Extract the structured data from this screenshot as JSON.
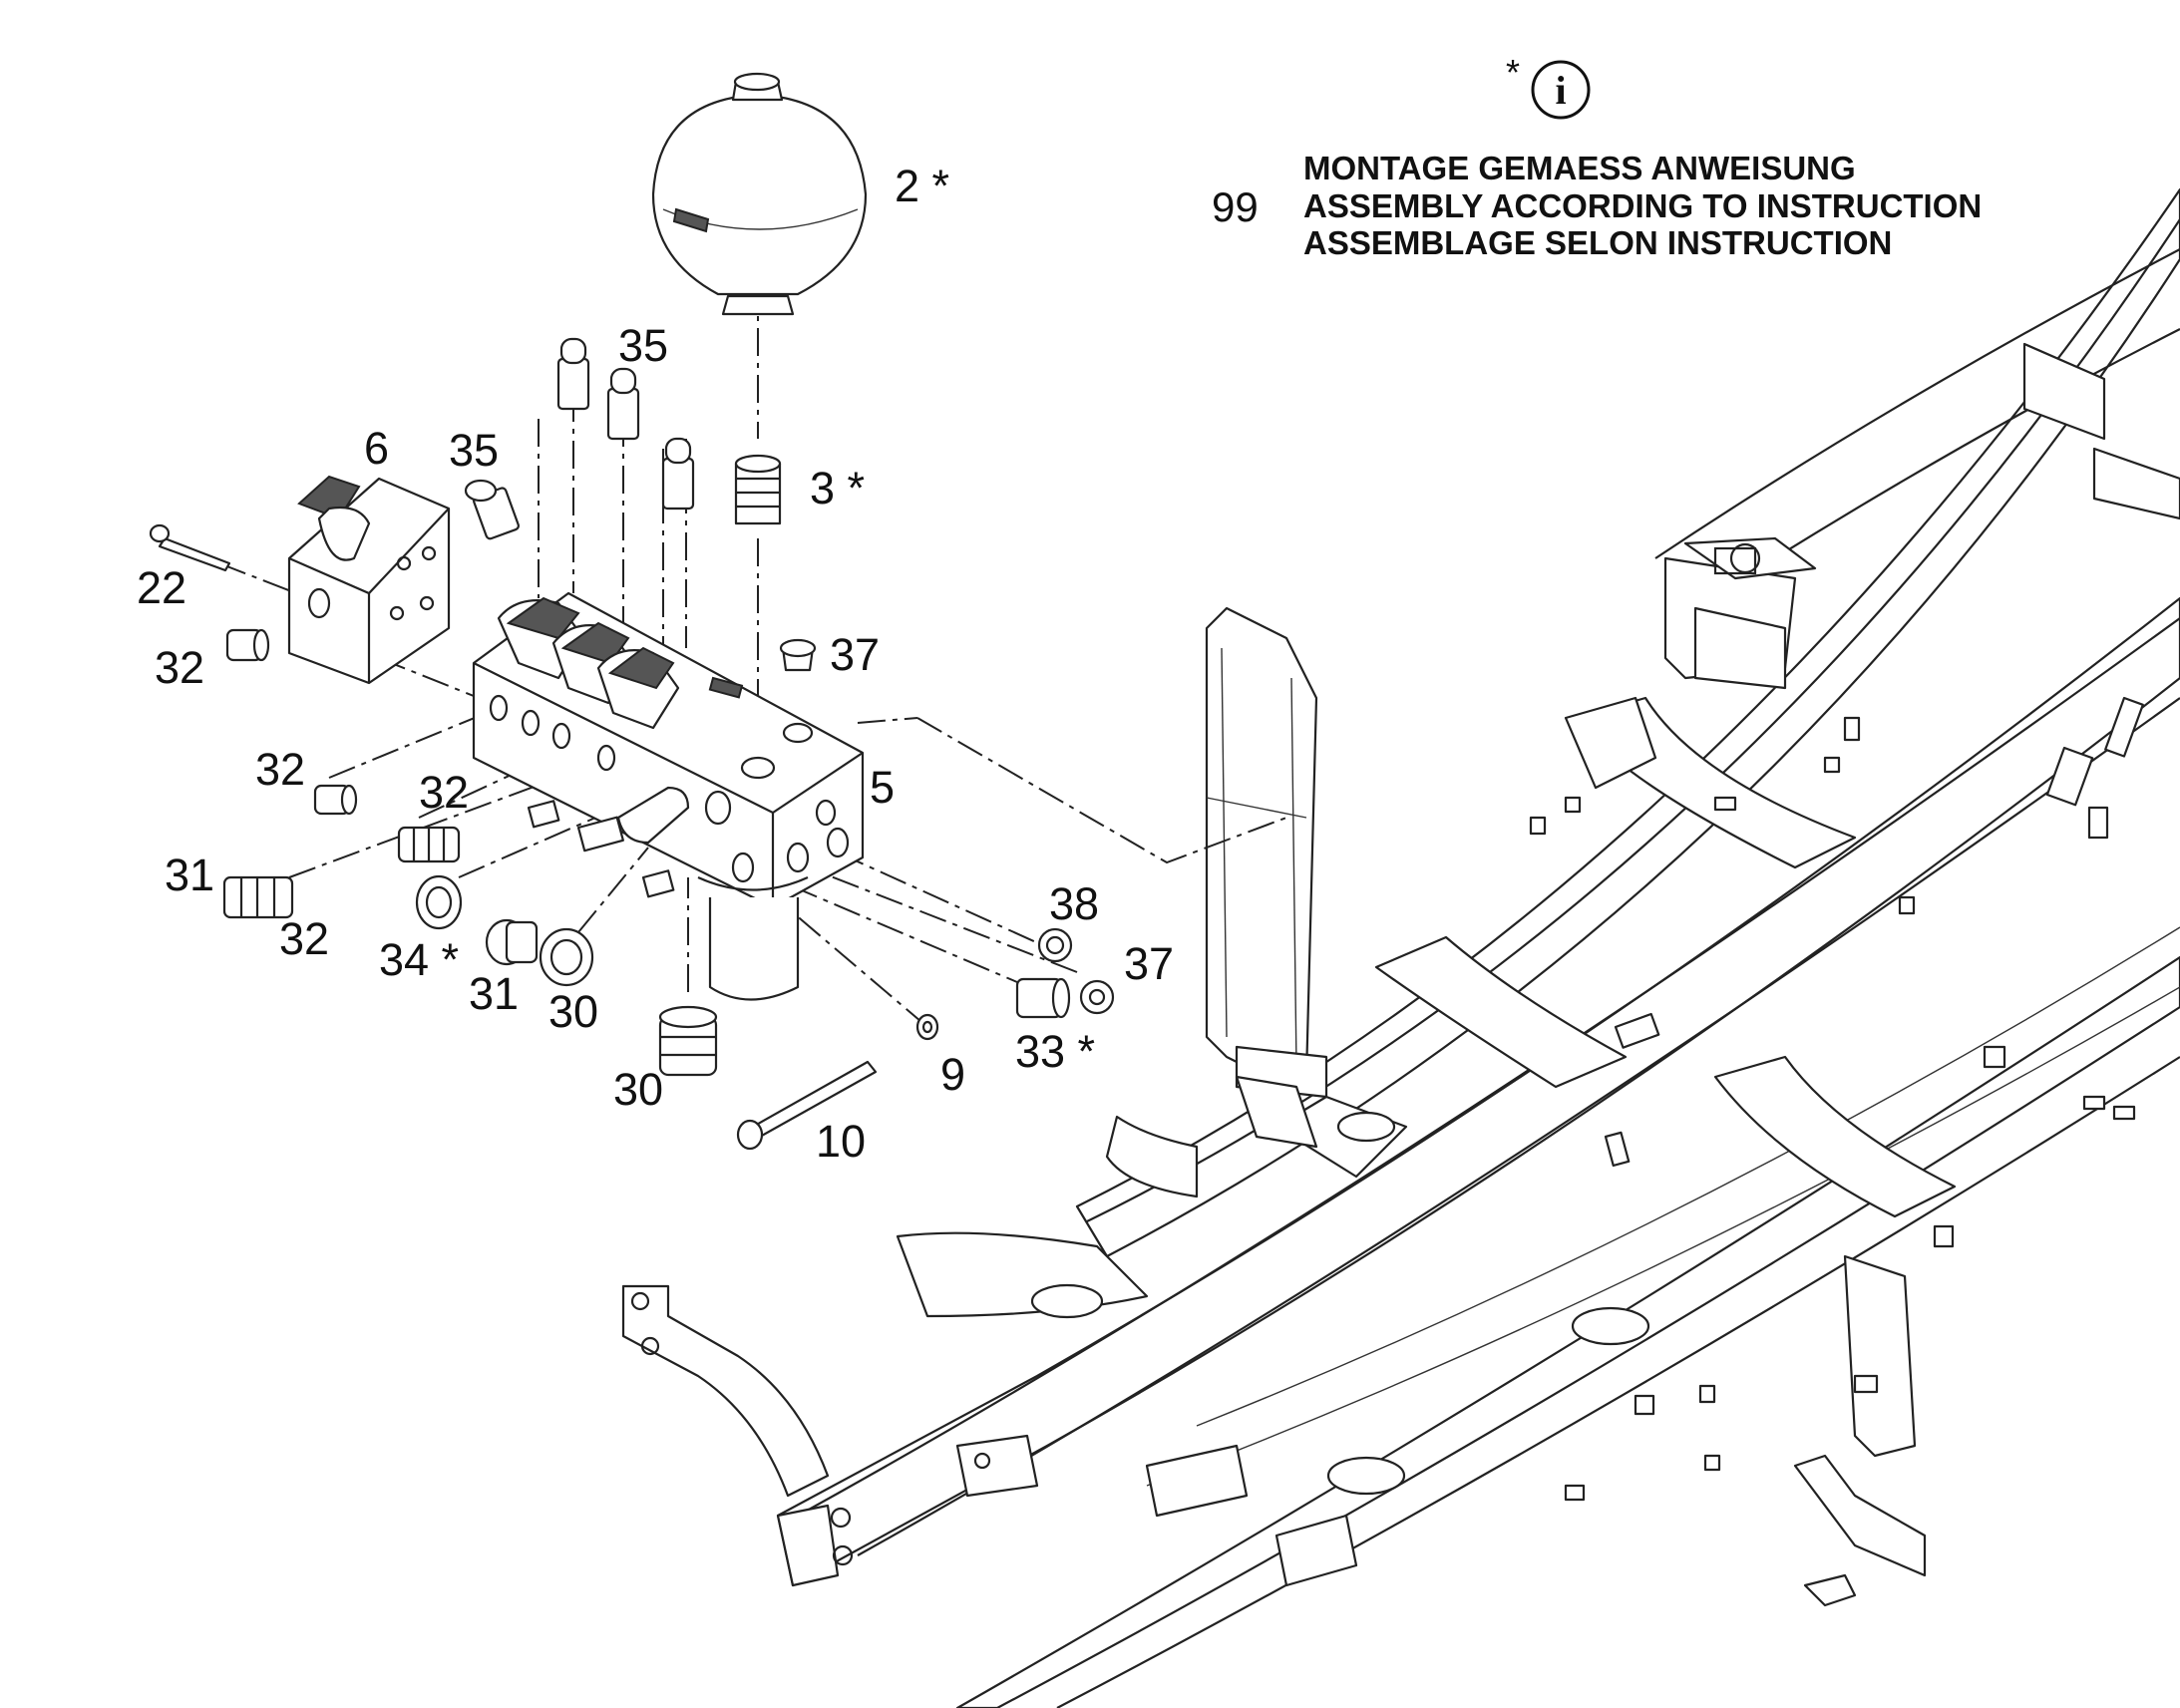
{
  "note": {
    "asterisk": "*",
    "info_icon": "i",
    "item_number": "99",
    "lines": [
      "MONTAGE GEMAESS ANWEISUNG",
      "ASSEMBLY ACCORDING TO INSTRUCTION",
      "ASSEMBLAGE SELON INSTRUCTION"
    ]
  },
  "callouts": {
    "c2": "2 *",
    "c3": "3 *",
    "c5": "5",
    "c6": "6",
    "c9": "9",
    "c10": "10",
    "c22": "22",
    "c30a": "30",
    "c30b": "30",
    "c31a": "31",
    "c31b": "31",
    "c32a": "32",
    "c32b": "32",
    "c32c": "32",
    "c32d": "32",
    "c33": "33 *",
    "c34": "34 *",
    "c35a": "35",
    "c35b": "35",
    "c37a": "37",
    "c37b": "37",
    "c38": "38"
  }
}
